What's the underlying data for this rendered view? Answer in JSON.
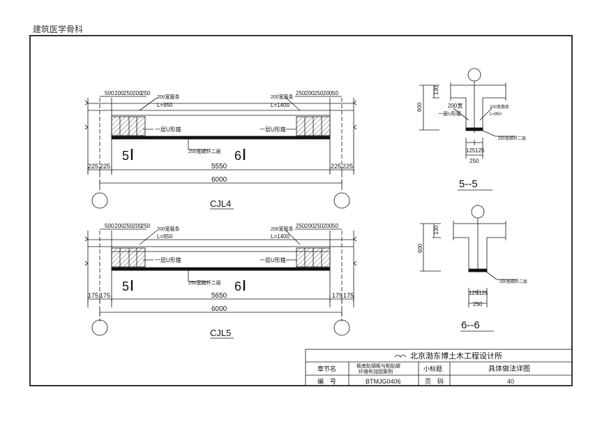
{
  "watermark": "建筑医学骨科",
  "beams": [
    {
      "name": "CJL4",
      "top_dims": [
        "500",
        "200",
        "250",
        "200",
        "250"
      ],
      "top_dims_right": [
        "250",
        "200",
        "250",
        "200",
        "50"
      ],
      "left_note": [
        "200宽箍条",
        "L=950"
      ],
      "right_note": [
        "200宽箍条",
        "L=1400"
      ],
      "u_label_left": "一层U形箍",
      "u_label_right": "一层U形箍",
      "section_marks": [
        "5",
        "6"
      ],
      "bottom_note": "250宽碳纤二层",
      "support_left": [
        "225",
        "225"
      ],
      "support_right": [
        "225",
        "225"
      ],
      "clear_span": "5550",
      "total_span": "6000"
    },
    {
      "name": "CJL5",
      "top_dims": [
        "500",
        "200",
        "250",
        "200",
        "250"
      ],
      "top_dims_right": [
        "250",
        "200",
        "250",
        "200",
        "50"
      ],
      "left_note": [
        "200宽箍条",
        "L=950"
      ],
      "right_note": [
        "200宽箍条",
        "L=1400"
      ],
      "u_label_left": "一层U形箍",
      "u_label_right": "一层U形箍",
      "section_marks": [
        "5",
        "6"
      ],
      "bottom_note": "250宽碳纤二层",
      "support_left": [
        "175",
        "175"
      ],
      "support_right": [
        "175",
        "175"
      ],
      "clear_span": "5650",
      "total_span": "6000"
    }
  ],
  "sections": [
    {
      "title": "5--5",
      "dim_top": "130",
      "dim_height": "600",
      "note_left": [
        "200宽",
        "一层U形箍"
      ],
      "note_right": [
        "200宽箍条",
        "L=950"
      ],
      "note_bottom": "250宽碳纤二层",
      "dims_bottom": [
        "125",
        "125"
      ],
      "dim_total": "250"
    },
    {
      "title": "6--6",
      "dim_top": "130",
      "dim_height": "600",
      "note_bottom": "250宽碳纤二层",
      "dims_bottom": [
        "125",
        "125"
      ],
      "dim_total": "250"
    }
  ],
  "title_block": {
    "company": "北京渤东博土木工程设计所",
    "row1": {
      "label1": "章节名",
      "value1": [
        "板底贴钢板与粘贴碳",
        "纤维布加固案例"
      ],
      "label2": "小标题",
      "value2": "具体做法详图"
    },
    "row2": {
      "label1": "编　号",
      "value1": "BTMJG0406",
      "label2": "页　码",
      "value2": "40"
    }
  }
}
